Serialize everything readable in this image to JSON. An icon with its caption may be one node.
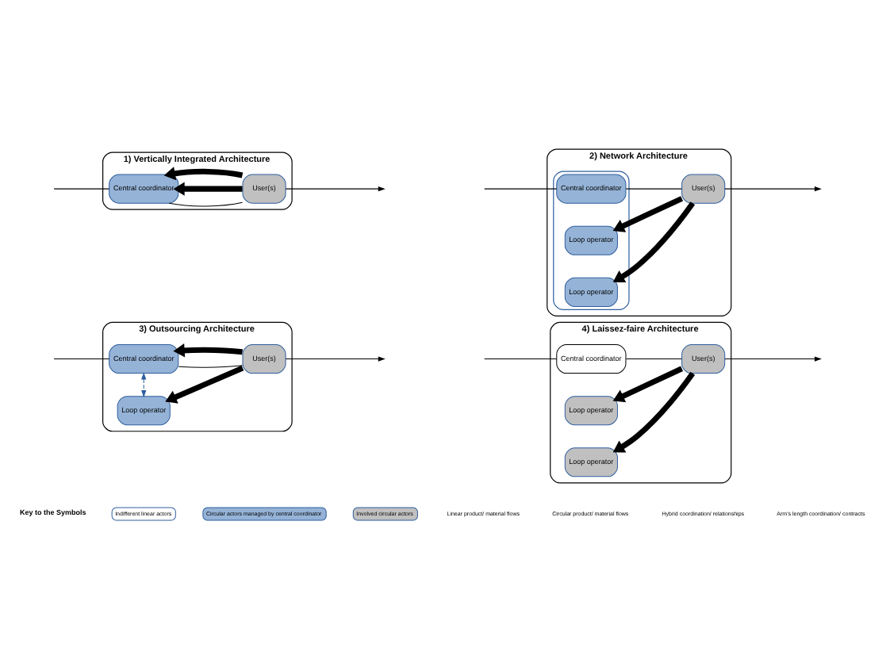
{
  "diagram": {
    "nodes": [
      {
        "text": [
          "1) Vertically Integrated Architecture"
        ]
      },
      {
        "text": [
          "Central coordinator"
        ],
        "in": 0
      },
      {
        "text": [
          "User(s)"
        ],
        "in": 0
      },
      {
        "text": [
          "2) Network Architecture"
        ]
      },
      {
        "text": [],
        "shape": "box",
        "in": 3
      },
      {
        "text": [
          "Central coordinator"
        ],
        "in": 4
      },
      {
        "text": [
          "User(s)"
        ],
        "in": 3
      },
      {
        "text": [
          "Loop operator"
        ],
        "in": 4
      },
      {
        "text": [
          "Loop operator"
        ],
        "in": 4
      },
      {
        "text": [
          "3) Outsourcing Architecture"
        ]
      },
      {
        "text": [
          "Central coordinator"
        ],
        "in": 9
      },
      {
        "text": [
          "User(s)"
        ],
        "in": 9
      },
      {
        "text": [
          "Loop operator"
        ],
        "in": 9
      },
      {
        "text": [
          "4) Laissez-faire Architecture"
        ]
      },
      {
        "text": [
          "Central coordinator"
        ],
        "in": 13
      },
      {
        "text": [
          "User(s)"
        ],
        "in": 13
      },
      {
        "text": [
          "Loop operator"
        ],
        "in": 13
      },
      {
        "text": [
          "Loop operator"
        ],
        "in": 13
      }
    ],
    "edges": [
      {
        "from": null,
        "to": 1,
        "arrow": "none"
      },
      {
        "from": 1,
        "to": 2,
        "arrow": "none"
      },
      {
        "from": 2,
        "to": null,
        "arrow": "to"
      },
      {
        "from": 2,
        "to": 1,
        "arrow": "to",
        "style": "thick"
      },
      {
        "from": 2,
        "to": 1,
        "arrow": "to",
        "style": "thick"
      },
      {
        "from": null,
        "to": 5,
        "arrow": "none"
      },
      {
        "from": 5,
        "to": 6,
        "arrow": "none"
      },
      {
        "from": 6,
        "to": null,
        "arrow": "to"
      },
      {
        "from": 6,
        "to": 7,
        "arrow": "to",
        "style": "thick"
      },
      {
        "from": 6,
        "to": 8,
        "arrow": "to",
        "style": "thick"
      },
      {
        "from": null,
        "to": 10,
        "arrow": "none"
      },
      {
        "from": 10,
        "to": 11,
        "arrow": "none"
      },
      {
        "from": 11,
        "to": null,
        "arrow": "to"
      },
      {
        "from": 11,
        "to": 10,
        "arrow": "to",
        "style": "thick"
      },
      {
        "from": 11,
        "to": 12,
        "arrow": "to",
        "style": "thick"
      },
      {
        "from": 10,
        "to": 12,
        "arrow": "both",
        "style": "dashed",
        "color": "#2e5e9e"
      },
      {
        "from": null,
        "to": 14,
        "arrow": "none"
      },
      {
        "from": 14,
        "to": 15,
        "arrow": "none"
      },
      {
        "from": 15,
        "to": null,
        "arrow": "to"
      },
      {
        "from": 15,
        "to": 16,
        "arrow": "to",
        "style": "thick"
      },
      {
        "from": 15,
        "to": 17,
        "arrow": "to",
        "style": "thick"
      }
    ],
    "labels": [
      "Key to the Symbols"
    ],
    "legend": [
      {
        "text": "Indifferent linear actors",
        "color": "#ffffff"
      },
      {
        "text": "Circular actors managed by central coordinator",
        "color": "#95b3d7"
      },
      {
        "text": "Involved circular actors",
        "color": "#c0c0c0"
      },
      {
        "text": "Linear product/ material flows"
      },
      {
        "text": "Circular product/ material flows"
      },
      {
        "text": "Hybrid coordination/ relationships"
      },
      {
        "text": "Arm's length coordination/ contracts"
      }
    ]
  }
}
